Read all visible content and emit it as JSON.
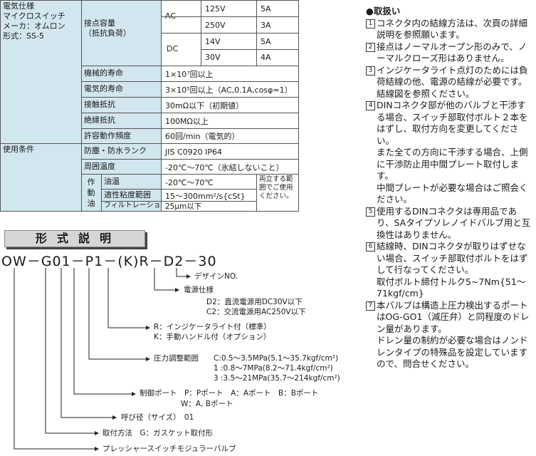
{
  "spec": {
    "side_spec": [
      "電気仕様",
      "マイクロスイッチ",
      "メーカ：オムロン",
      "形式：SS-5"
    ],
    "contact_capacity_label": [
      "接点容量",
      "（抵抗負荷）"
    ],
    "ac_label": "AC",
    "dc_label": "DC",
    "contact_rows": [
      {
        "volt": "125V",
        "amp": "5A"
      },
      {
        "volt": "250V",
        "amp": "3A"
      },
      {
        "volt": "14V",
        "amp": "5A"
      },
      {
        "volt": "30V",
        "amp": "4A"
      }
    ],
    "rows": [
      {
        "label": "機械的寿命",
        "value": "1×10⁷回以上"
      },
      {
        "label": "電気的寿命",
        "value": "3×10⁵回以上（AC,0.1A,cosφ=1）"
      },
      {
        "label": "接触抵抗",
        "value": "30mΩ以下（初期値）"
      },
      {
        "label": "絶縁抵抗",
        "value": "100MΩ以上"
      },
      {
        "label": "許容動作頻度",
        "value": "60回/min（電気的）"
      }
    ],
    "usage_label": "使用条件",
    "usage_rows": [
      {
        "label": "防塵・防水ランク",
        "value": "JIS C0920 IP64"
      },
      {
        "label": "周囲温度",
        "value": "-20℃～70℃（氷結しないこと）"
      }
    ],
    "fluid_label": [
      "作",
      "動",
      "油"
    ],
    "fluid_rows": [
      {
        "label": "油温",
        "value": "-20℃～70℃"
      },
      {
        "label": "適性粘度範囲",
        "value": "15～300mm²/s{cSt}"
      },
      {
        "label": "フィルトレーション",
        "value": "25μm以下"
      }
    ],
    "fluid_note": [
      "両立する範",
      "囲でご使用",
      "ください。"
    ]
  },
  "title": "形式説明",
  "model_code": "OW－G01－P1－(K)R－D2－30",
  "diagram": {
    "design_no": "デザインNO.",
    "power_spec": "電源仕様",
    "power_items": [
      "D2：直流電源用DC30V以下",
      "C2：交流電源用AC250V以下"
    ],
    "indicator_r": "R：インジケータライト付（標準）",
    "indicator_k": "K：手動ハンドル付（オプション）",
    "pressure_label": "圧力調整範囲",
    "pressure_items": [
      "C:0.5～3.5MPa(5.1～35.7kgf/cm²)",
      "1 :0.8～7MPa(8.2～71.4kgf/cm²)",
      "3 :3.5～21MPa(35.7～214kgf/cm²)"
    ],
    "control_port": "制御ポート　P：Pポート　A：Aポート　B：Bポート",
    "control_port_2": "W：A, Bポート",
    "nominal_size": "呼び径（サイズ）　01",
    "mounting": "取付方法　G：ガスケット取付形",
    "series_name": "プレッシャースイッチモジュラーバルブ"
  },
  "notes": {
    "heading": "●取扱い",
    "items": [
      {
        "num": "1",
        "paras": [
          "コネクタ内の結線方法は、次頁の詳細説明を参照願います。"
        ]
      },
      {
        "num": "2",
        "paras": [
          "接点はノーマルオープン形のみで、ノーマルクローズ形はありません。"
        ]
      },
      {
        "num": "3",
        "paras": [
          "インジケータライト点灯のためには負荷結線の他、電源の結線が必要です。結線図を参照ください。"
        ]
      },
      {
        "num": "4",
        "paras": [
          "DINコネクタ部が他のバルブと干渉する場合、スイッチ部取付ボルト２本をはずし、取付方向を変更してください。",
          "また全ての方向に干渉する場合、上側に干渉防止用中間プレート取付します。",
          "中間プレートが必要な場合はご照会ください。"
        ]
      },
      {
        "num": "5",
        "paras": [
          "使用するDINコネクタは専用品であり、SAタイプソレノイドバルブ用と互換性はありません。"
        ]
      },
      {
        "num": "6",
        "paras": [
          "結線時、DINコネクタが取りはずせない場合、スイッチ部取付ボルトをはずして行なってください。",
          "取付ボルト締付トルク5~7Nm{51～71kgf/cm}"
        ]
      },
      {
        "num": "7",
        "paras": [
          "本バルブは構造上圧力検出するポートはOG-GO1（減圧弁）と同程度のドレン量があります。",
          "ドレン量の制約が必要な場合はノンドレンタイプの特殊品を設定していますので、問合せください。"
        ]
      }
    ]
  }
}
